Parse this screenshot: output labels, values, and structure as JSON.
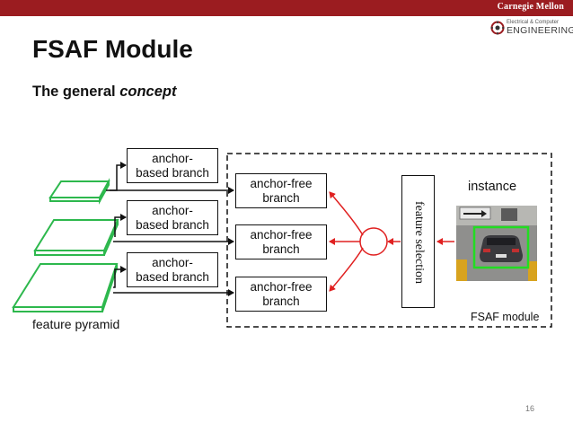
{
  "header": {
    "university": "Carnegie Mellon"
  },
  "logo": {
    "dept_small": "Electrical & Computer",
    "dept_big": "ENGINEERING"
  },
  "slide": {
    "title": "FSAF Module",
    "subtitle_plain": "The general ",
    "subtitle_italic": "concept",
    "page_number": "16"
  },
  "diagram": {
    "anchor_based_line1": "anchor-",
    "anchor_based_line2": "based branch",
    "anchor_free_line1": "anchor-free",
    "anchor_free_line2": "branch",
    "feature_selection": "feature selection",
    "instance": "instance",
    "feature_pyramid": "feature pyramid",
    "fsaf_module": "FSAF module"
  },
  "colors": {
    "header_bar": "#9b1c20",
    "pyramid_green": "#2db84d",
    "arrow_red": "#e02020",
    "detection_box_green": "#22dd22"
  }
}
